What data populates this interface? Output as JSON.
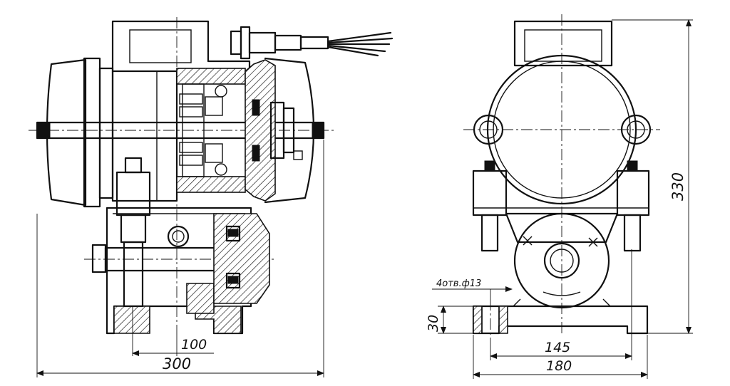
{
  "dimensions": {
    "front_width_total": "300",
    "front_offset": "100",
    "side_height": "330",
    "side_base_height": "30",
    "side_hole_spacing": "145",
    "side_base_width": "180",
    "side_holes_note": "4отв.ф13"
  },
  "colors": {
    "ink": "#111111",
    "paper": "#ffffff"
  }
}
